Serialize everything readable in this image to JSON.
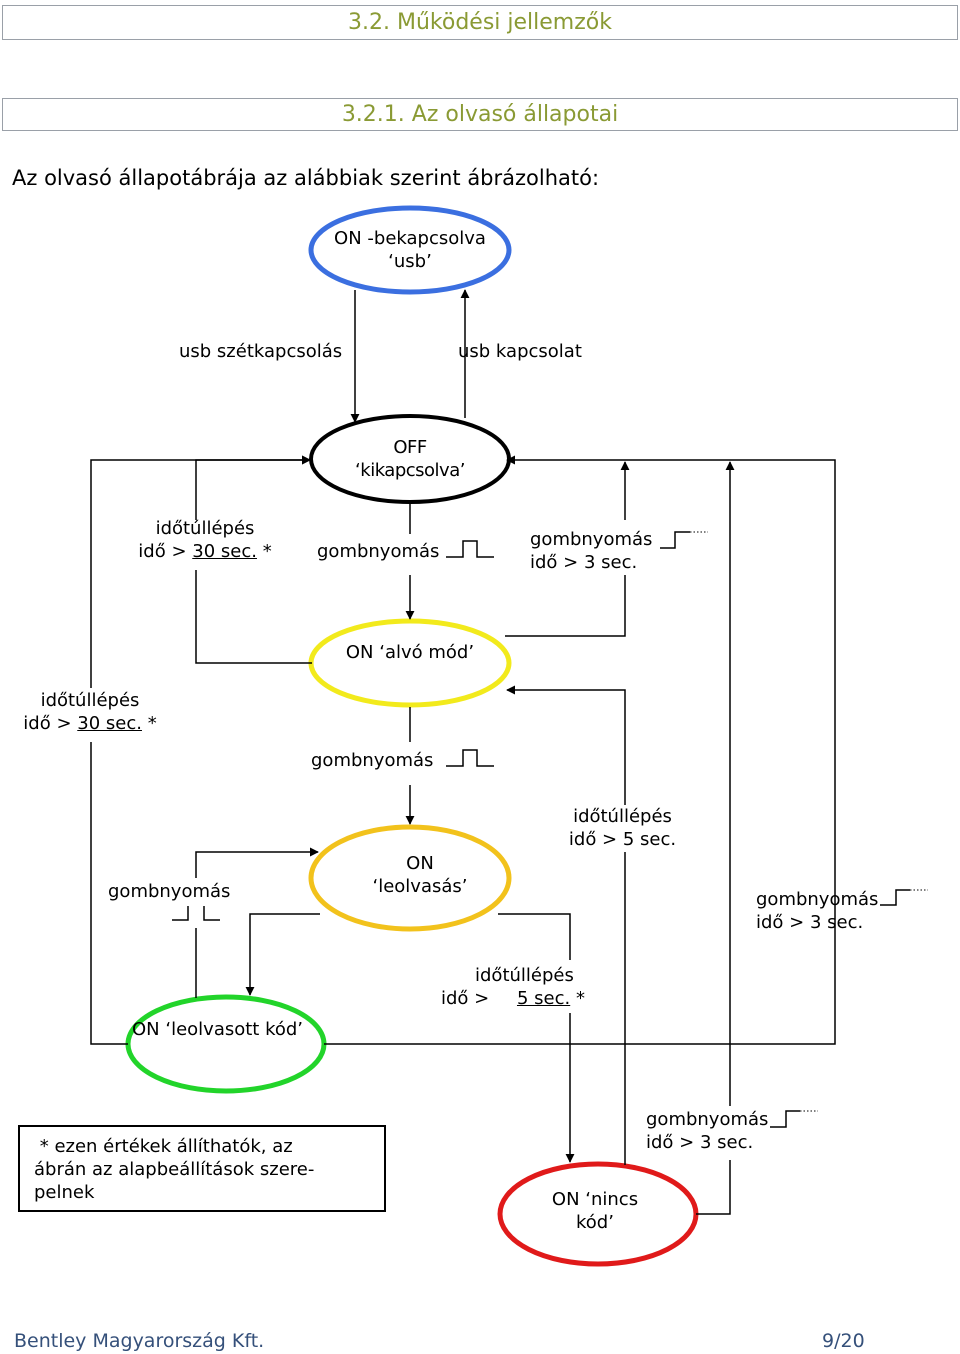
{
  "heading_section": "3.2. Működési jellemzők",
  "heading_subsection": "3.2.1. Az olvasó állapotai",
  "intro_text": "Az olvasó állapotábrája az alábbiak szerint ábrázolható:",
  "states": {
    "on_usb": {
      "line1": "ON -bekapcsolva",
      "line2": "‘usb’",
      "color": "#3b6fe0"
    },
    "off": {
      "line1": "OFF",
      "line2": "‘kikapcsolva’",
      "color": "#000000"
    },
    "sleep": {
      "line1": "ON ‘alvó mód’",
      "color": "#f2ea1c"
    },
    "reading": {
      "line1": "ON",
      "line2": "‘leolvasás’",
      "color": "#f2c21c"
    },
    "read_code": {
      "line1": "ON ‘leolvasott kód’",
      "color": "#22d42a"
    },
    "no_code": {
      "line1": "ON ‘nincs",
      "line2": "kód’",
      "color": "#e01a1a"
    }
  },
  "transitions": {
    "usb_disconnect": "usb szétkapcsolás",
    "usb_connect": "usb kapcsolat",
    "timeout_30_a": {
      "line1": "időtúllépés",
      "line2_pre": "idő > ",
      "line2_ul": "30 sec.",
      "line2_post": " *"
    },
    "button_a": "gombnyomás",
    "button_long_a": {
      "line1": "gombnyomás",
      "line2": "idő > 3 sec."
    },
    "timeout_30_b": {
      "line1": "időtúllépés",
      "line2_pre": "idő > ",
      "line2_ul": "30 sec.",
      "line2_post": " *"
    },
    "button_b": "gombnyomás",
    "button_c": "gombnyomás",
    "timeout_5": {
      "line1": "időtúllépés",
      "line2": "idő > 5 sec."
    },
    "button_long_b": {
      "line1": "gombnyomás",
      "line2": "idő > 3 sec."
    },
    "timeout_5_star": {
      "line1": "időtúllépés",
      "line2_pre": "idő > ",
      "line2_ul": "5 sec.",
      "line2_post": " *"
    },
    "button_long_c": {
      "line1": "gombnyomás",
      "line2": "idő > 3 sec."
    }
  },
  "note": {
    "line1": " * ezen értékek állíthatók, az",
    "line2": "ábrán az alapbeállítások szere-",
    "line3": "pelnek"
  },
  "footer": {
    "company": "Bentley Magyarország Kft.",
    "page": "9/20"
  }
}
